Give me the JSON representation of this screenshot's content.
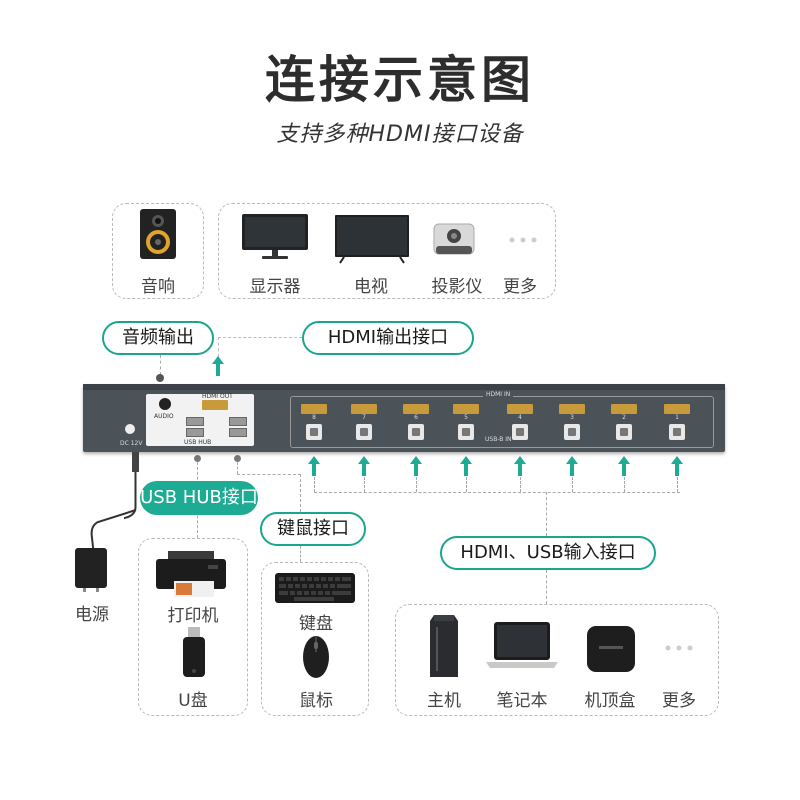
{
  "title": "连接示意图",
  "subtitle": "支持多种HDMI接口设备",
  "outputs": {
    "audio_device": "音响",
    "displays": [
      "显示器",
      "电视",
      "投影仪",
      "更多"
    ]
  },
  "labels": {
    "audio_out": "音频输出",
    "hdmi_out": "HDMI输出接口",
    "usb_hub": "USB HUB接口",
    "keyboard_mouse": "键鼠接口",
    "inputs": "HDMI、USB输入接口"
  },
  "kvm": {
    "audio_label": "AUDIO",
    "hdmi_out_label": "HDMI OUT",
    "usb_hub_label": "USB HUB",
    "dc_label": "DC 12V",
    "hdmi_in_label": "HDMI IN",
    "usb_b_in_label": "USB-B IN",
    "port_numbers": [
      "8",
      "7",
      "6",
      "5",
      "4",
      "3",
      "2",
      "1"
    ]
  },
  "power": "电源",
  "usb_devices": [
    "打印机",
    "U盘"
  ],
  "km_devices": [
    "键盘",
    "鼠标"
  ],
  "hosts": [
    "主机",
    "笔记本",
    "机顶盒",
    "更多"
  ],
  "colors": {
    "accent": "#1eab93",
    "device_body": "#4b5258"
  },
  "icons": {
    "speaker": "speaker-icon",
    "monitor": "monitor-icon",
    "tv": "tv-icon",
    "projector": "projector-icon",
    "more": "more-dots-icon",
    "adapter": "power-adapter-icon",
    "printer": "printer-icon",
    "usb_drive": "usb-drive-icon",
    "keyboard": "keyboard-icon",
    "mouse": "mouse-icon",
    "pc": "pc-tower-icon",
    "laptop": "laptop-icon",
    "settop": "set-top-box-icon"
  }
}
